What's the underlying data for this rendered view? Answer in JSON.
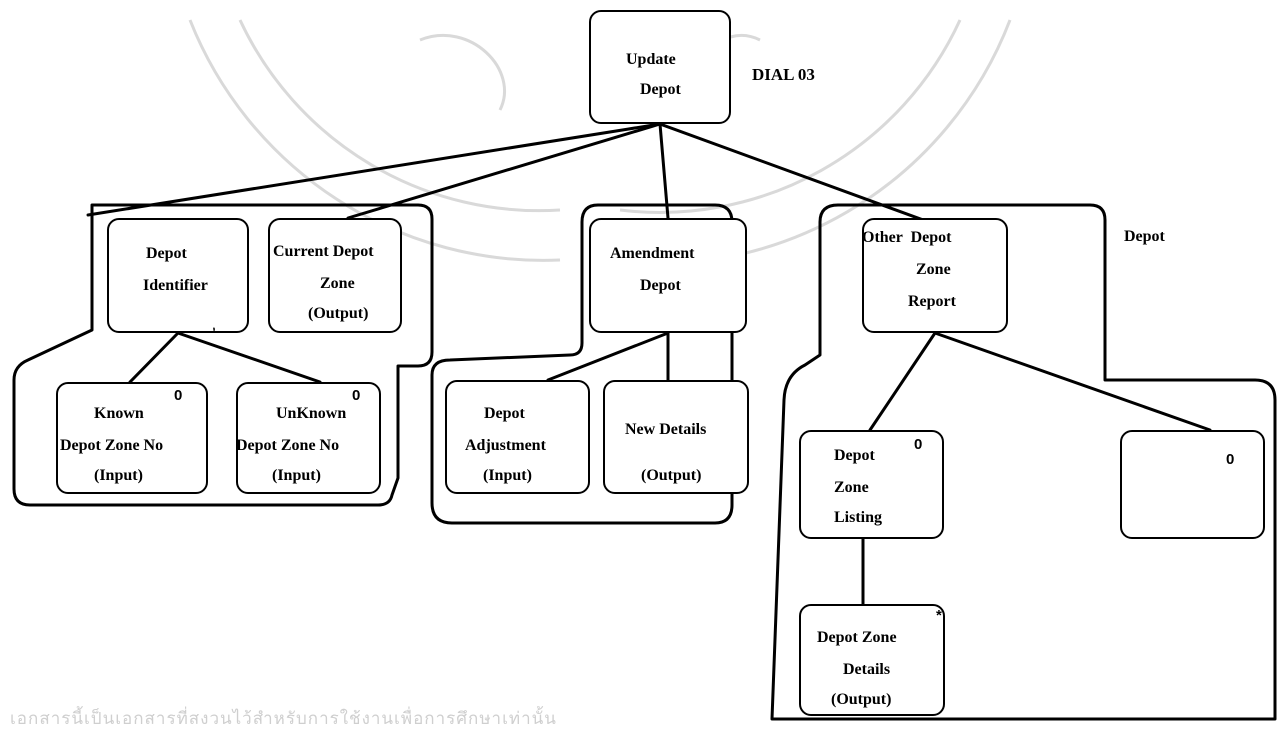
{
  "diagram": {
    "root": {
      "lines": [
        "Update",
        "Depot"
      ]
    },
    "root_tag": "DIAL 03",
    "side_tag": "Depot",
    "nodes": {
      "depot_identifier": {
        "lines": [
          "Depot",
          "Identifier"
        ]
      },
      "current_depot_zone": {
        "lines": [
          "Current Depot",
          "Zone",
          "(Output)"
        ]
      },
      "known_zone": {
        "lines": [
          "Known",
          "Depot Zone No",
          "(Input)"
        ],
        "marker": "0"
      },
      "unknown_zone": {
        "lines": [
          "UnKnown",
          "Depot Zone No",
          "(Input)"
        ],
        "marker": "0"
      },
      "amendment_depot": {
        "lines": [
          "Amendment",
          "Depot"
        ]
      },
      "depot_adjustment": {
        "lines": [
          "Depot",
          "Adjustment",
          "(Input)"
        ]
      },
      "new_details": {
        "lines": [
          "New Details",
          "(Output)"
        ]
      },
      "other_depot_zone_report": {
        "lines": [
          "Other  Depot",
          "Zone",
          "Report"
        ]
      },
      "depot_zone_listing": {
        "lines": [
          "Depot",
          "Zone",
          "Listing"
        ],
        "marker": "0"
      },
      "blank_node": {
        "marker": "0"
      },
      "depot_zone_details": {
        "lines": [
          "Depot Zone",
          "Details",
          "(Output)"
        ],
        "marker": "*"
      }
    }
  },
  "watermark": {
    "footer_text": "เอกสารนี้เป็นเอกสารที่สงวนไว้สำหรับการใช้งานเพื่อการศึกษาเท่านั้น"
  }
}
